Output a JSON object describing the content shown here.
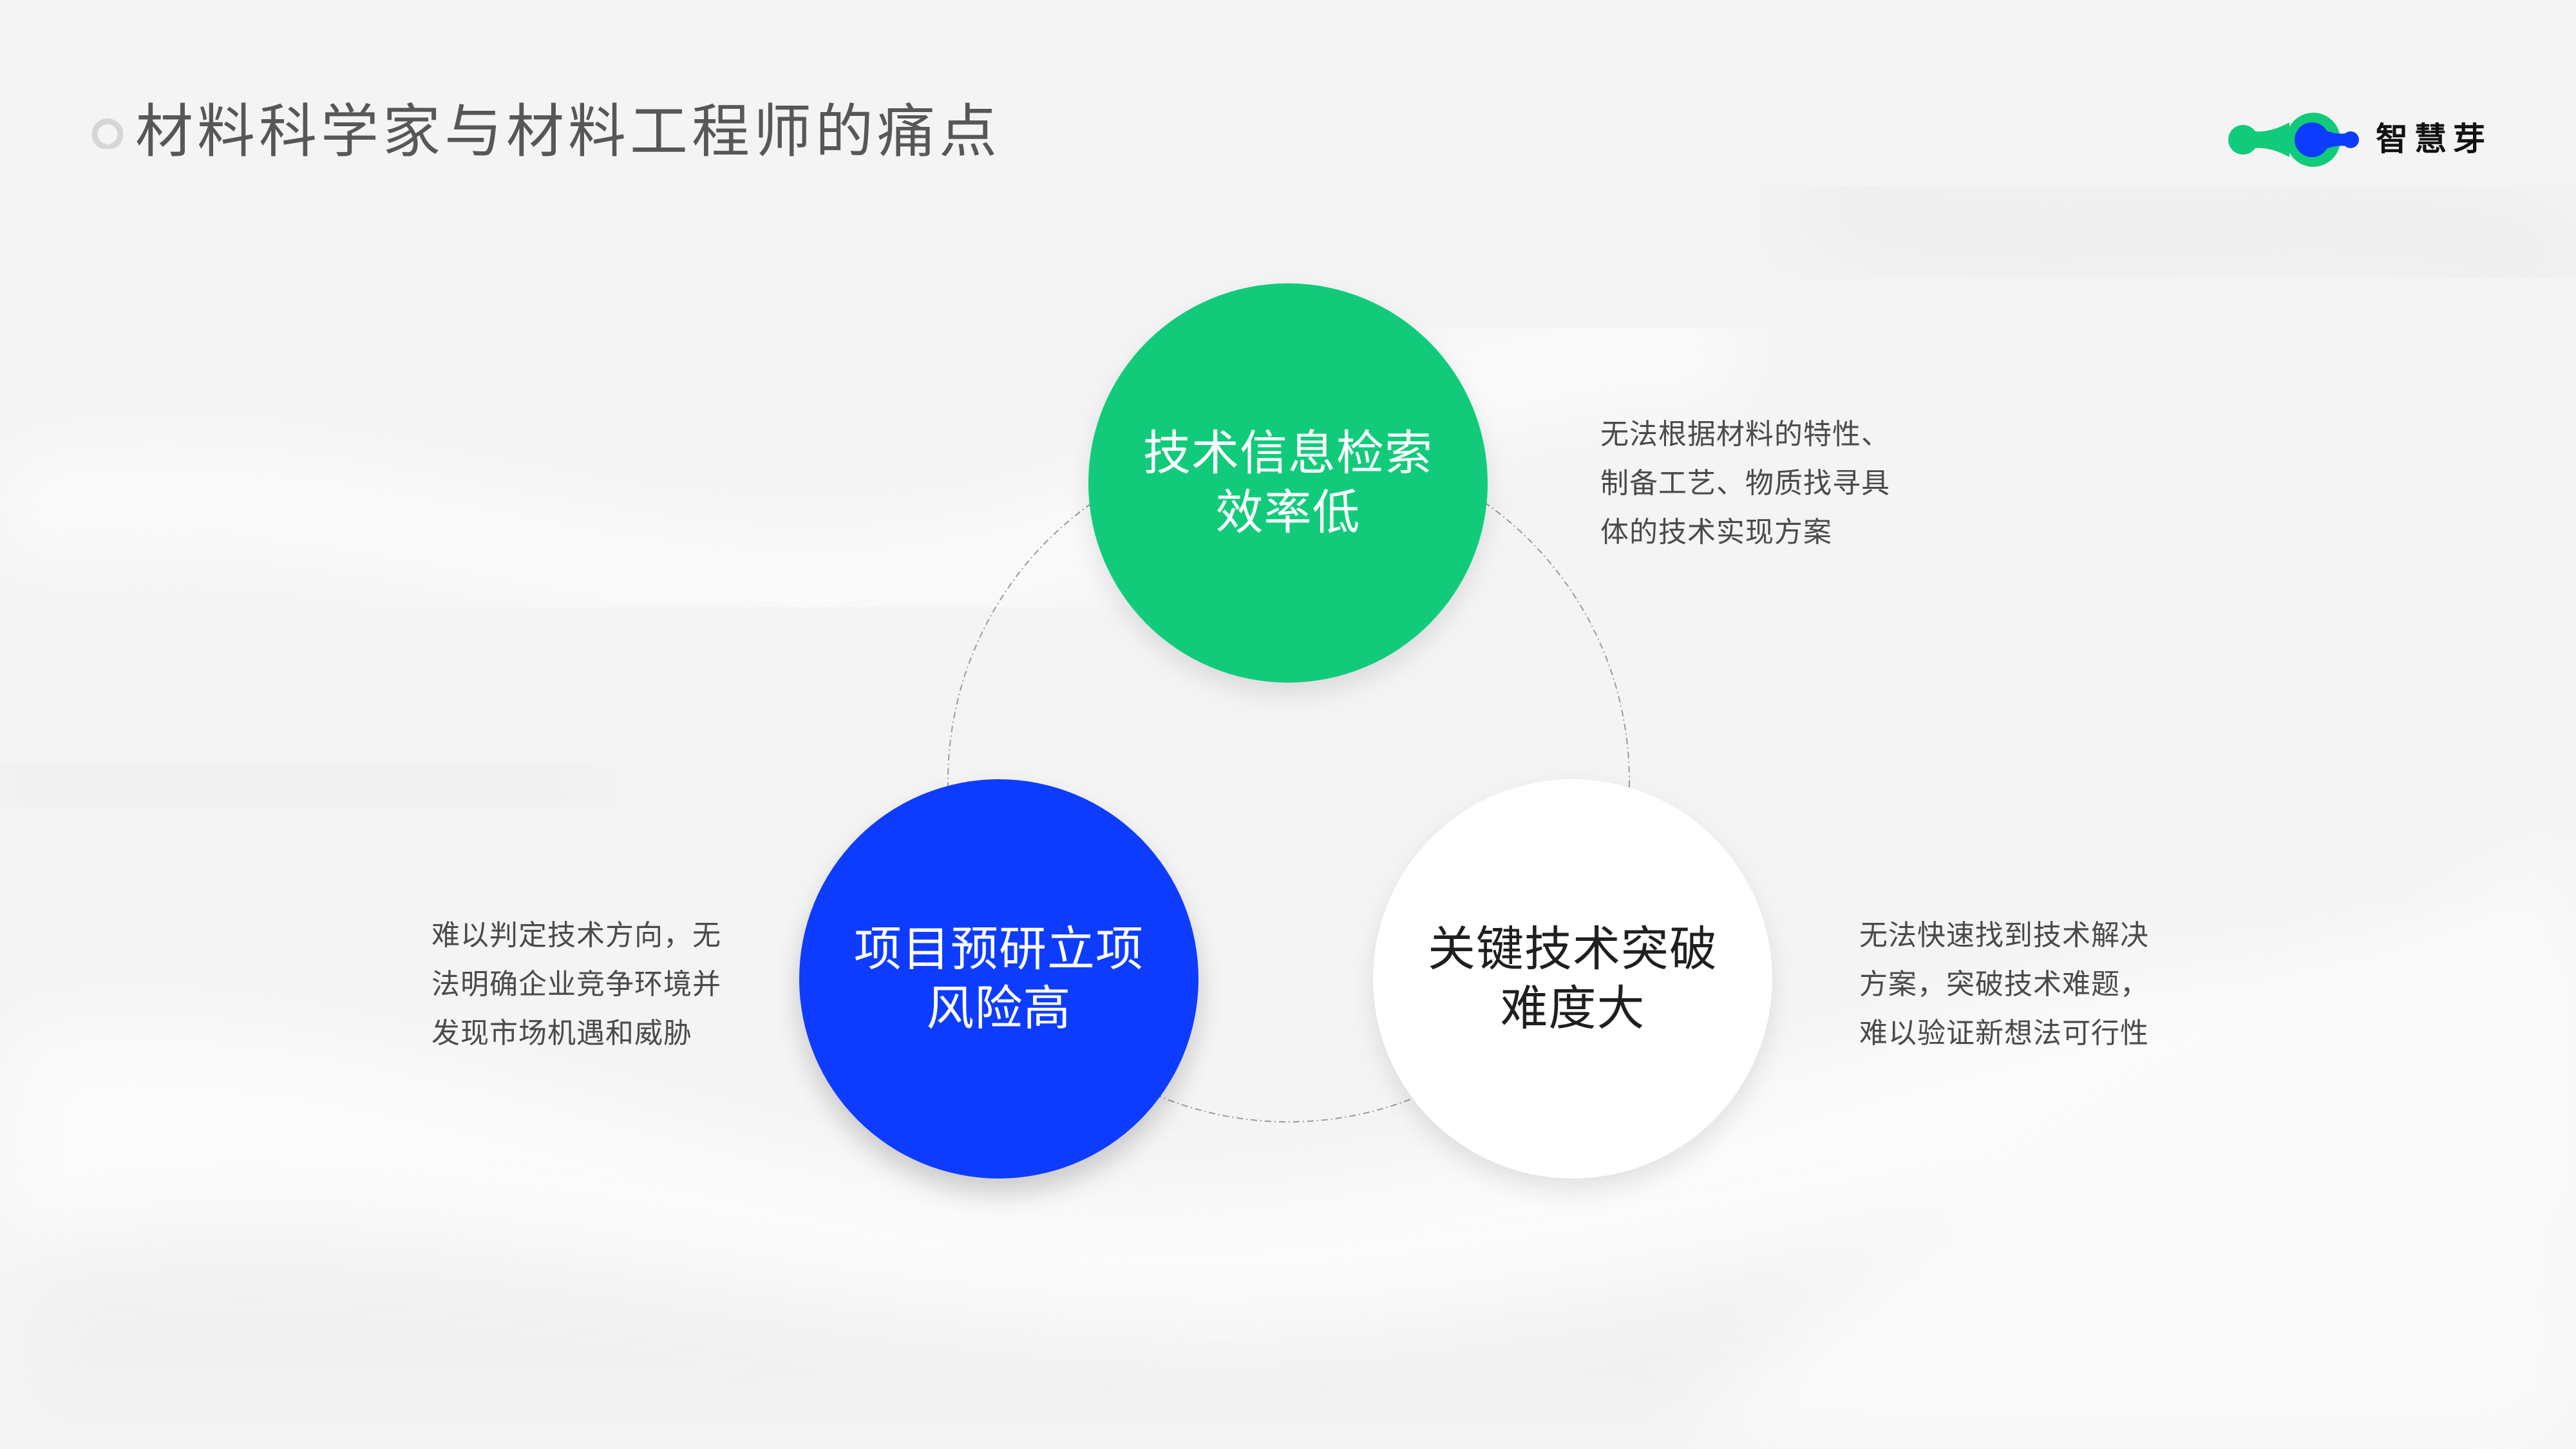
{
  "header": {
    "title": "材料科学家与材料工程师的痛点",
    "title_icon": "ring-icon"
  },
  "logo": {
    "name": "智慧芽",
    "mark_icon": "molecule-logo-icon",
    "colors": {
      "green": "#11cb7b",
      "blue": "#0e3cff"
    }
  },
  "diagram": {
    "connector": "dashed-circle",
    "nodes": [
      {
        "id": "search",
        "lines": [
          "技术信息检索",
          "效率低"
        ],
        "fill": "#11cb7b",
        "text_color": "#ffffff",
        "description": [
          "无法根据材料的特性、",
          "制备工艺、物质找寻具",
          "体的技术实现方案"
        ]
      },
      {
        "id": "project",
        "lines": [
          "项目预研立项",
          "风险高"
        ],
        "fill": "#0e3cff",
        "text_color": "#ffffff",
        "description": [
          "难以判定技术方向，无",
          "法明确企业竞争环境并",
          "发现市场机遇和威胁"
        ]
      },
      {
        "id": "breakthrough",
        "lines": [
          "关键技术突破",
          "难度大"
        ],
        "fill": "#ffffff",
        "text_color": "#1f1f1f",
        "description": [
          "无法快速找到技术解决",
          "方案，突破技术难题，",
          "难以验证新想法可行性"
        ]
      }
    ]
  }
}
